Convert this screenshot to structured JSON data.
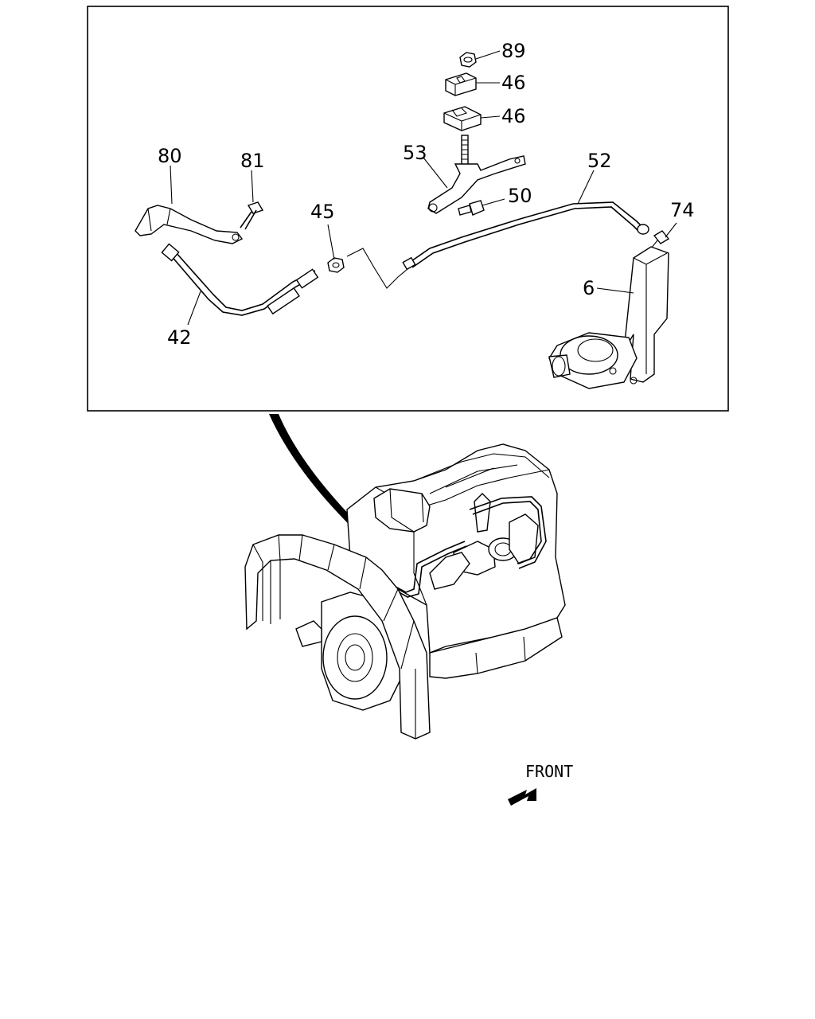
{
  "callouts": {
    "c89": "89",
    "c46a": "46",
    "c46b": "46",
    "c53": "53",
    "c52": "52",
    "c50": "50",
    "c74": "74",
    "c80": "80",
    "c81": "81",
    "c45": "45",
    "c6": "6",
    "c42": "42"
  },
  "front_label": "FRONT"
}
